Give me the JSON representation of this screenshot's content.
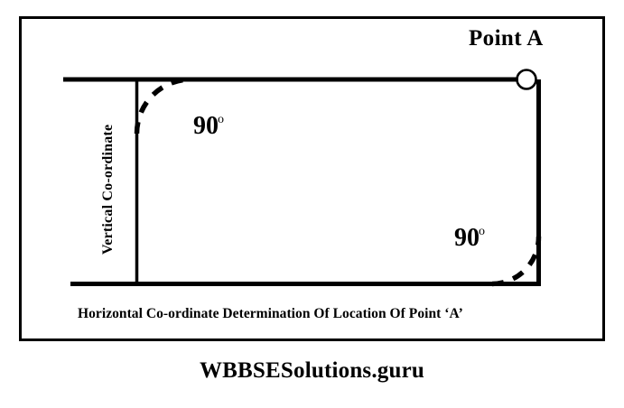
{
  "figure": {
    "point_label": "Point A",
    "vertical_axis_label": "Vertical Co-ordinate",
    "caption": "Horizontal Co-ordinate Determination Of Location Of Point ‘A’",
    "angles": [
      {
        "value": "90",
        "unit": "o",
        "position": "top-left"
      },
      {
        "value": "90",
        "unit": "o",
        "position": "bottom-right"
      }
    ],
    "colors": {
      "line": "#000000",
      "background": "#ffffff",
      "border": "#000000"
    }
  },
  "watermark": {
    "text": "WBBSESolutions.guru"
  }
}
